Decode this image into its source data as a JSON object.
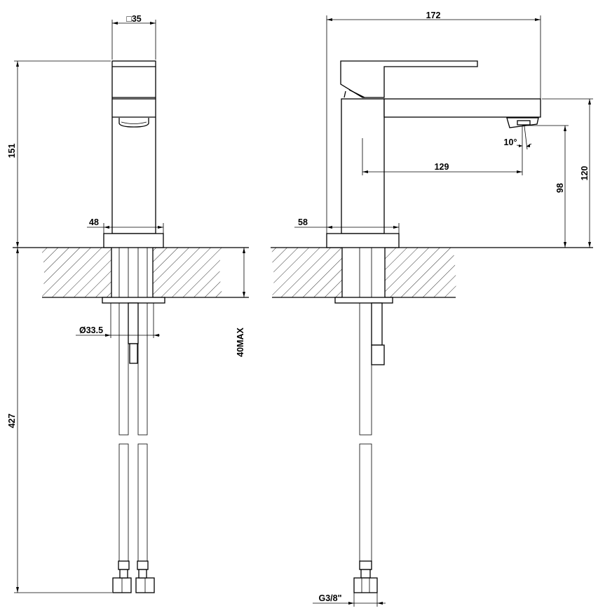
{
  "drawing": {
    "front_view": {
      "width_label": "□35",
      "height_label": "151",
      "base_label": "48",
      "shank_label": "Ø33.5",
      "counter_label": "40MAX",
      "hose_length_label": "427"
    },
    "side_view": {
      "length_label": "172",
      "spout_height_label": "120",
      "outlet_height_label": "98",
      "reach_label": "129",
      "angle_label": "10°",
      "base_label": "58",
      "thread_label": "G3/8\""
    },
    "line_color": "#000000",
    "background": "#ffffff"
  }
}
